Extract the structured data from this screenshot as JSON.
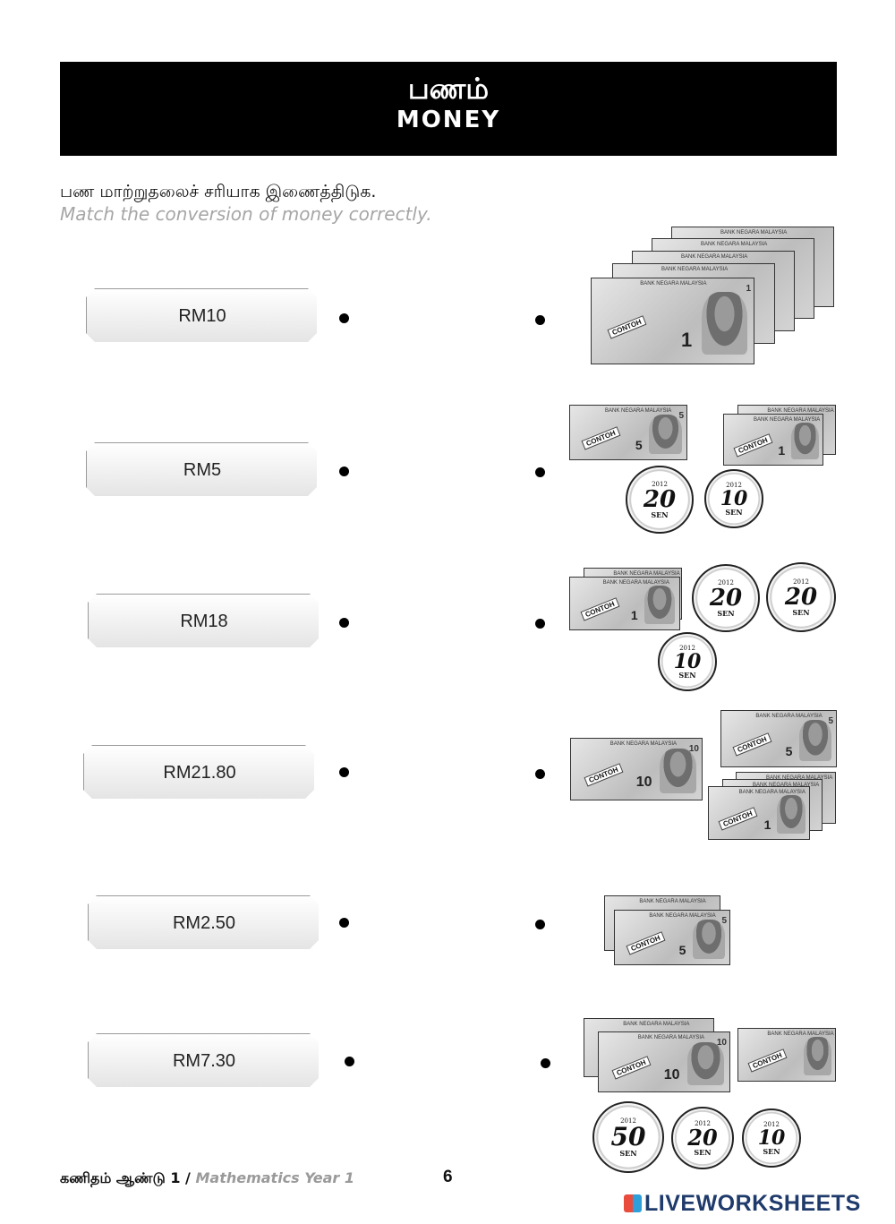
{
  "header": {
    "title_ta": "பணம்",
    "title_en": "MONEY"
  },
  "instruction": {
    "ta": "பண மாற்றுதலைச் சரியாக இணைத்திடுக.",
    "en": "Match the conversion of money correctly."
  },
  "amounts": [
    "RM10",
    "RM5",
    "RM18",
    "RM21.80",
    "RM2.50",
    "RM7.30"
  ],
  "bank_text": "BANK NEGARA MALAYSIA",
  "stamp_text": "CONTOH",
  "coin_sen": "SEN",
  "coin_year": "2012",
  "coins": {
    "c20": "20",
    "c10": "10",
    "c50": "50"
  },
  "notes": {
    "n1": "1",
    "n5": "5",
    "n10": "10"
  },
  "footer": {
    "ta": "கணிதம் ஆண்டு 1 / ",
    "en": "Mathematics Year 1",
    "page": "6"
  },
  "brand": "LIVEWORKSHEETS"
}
